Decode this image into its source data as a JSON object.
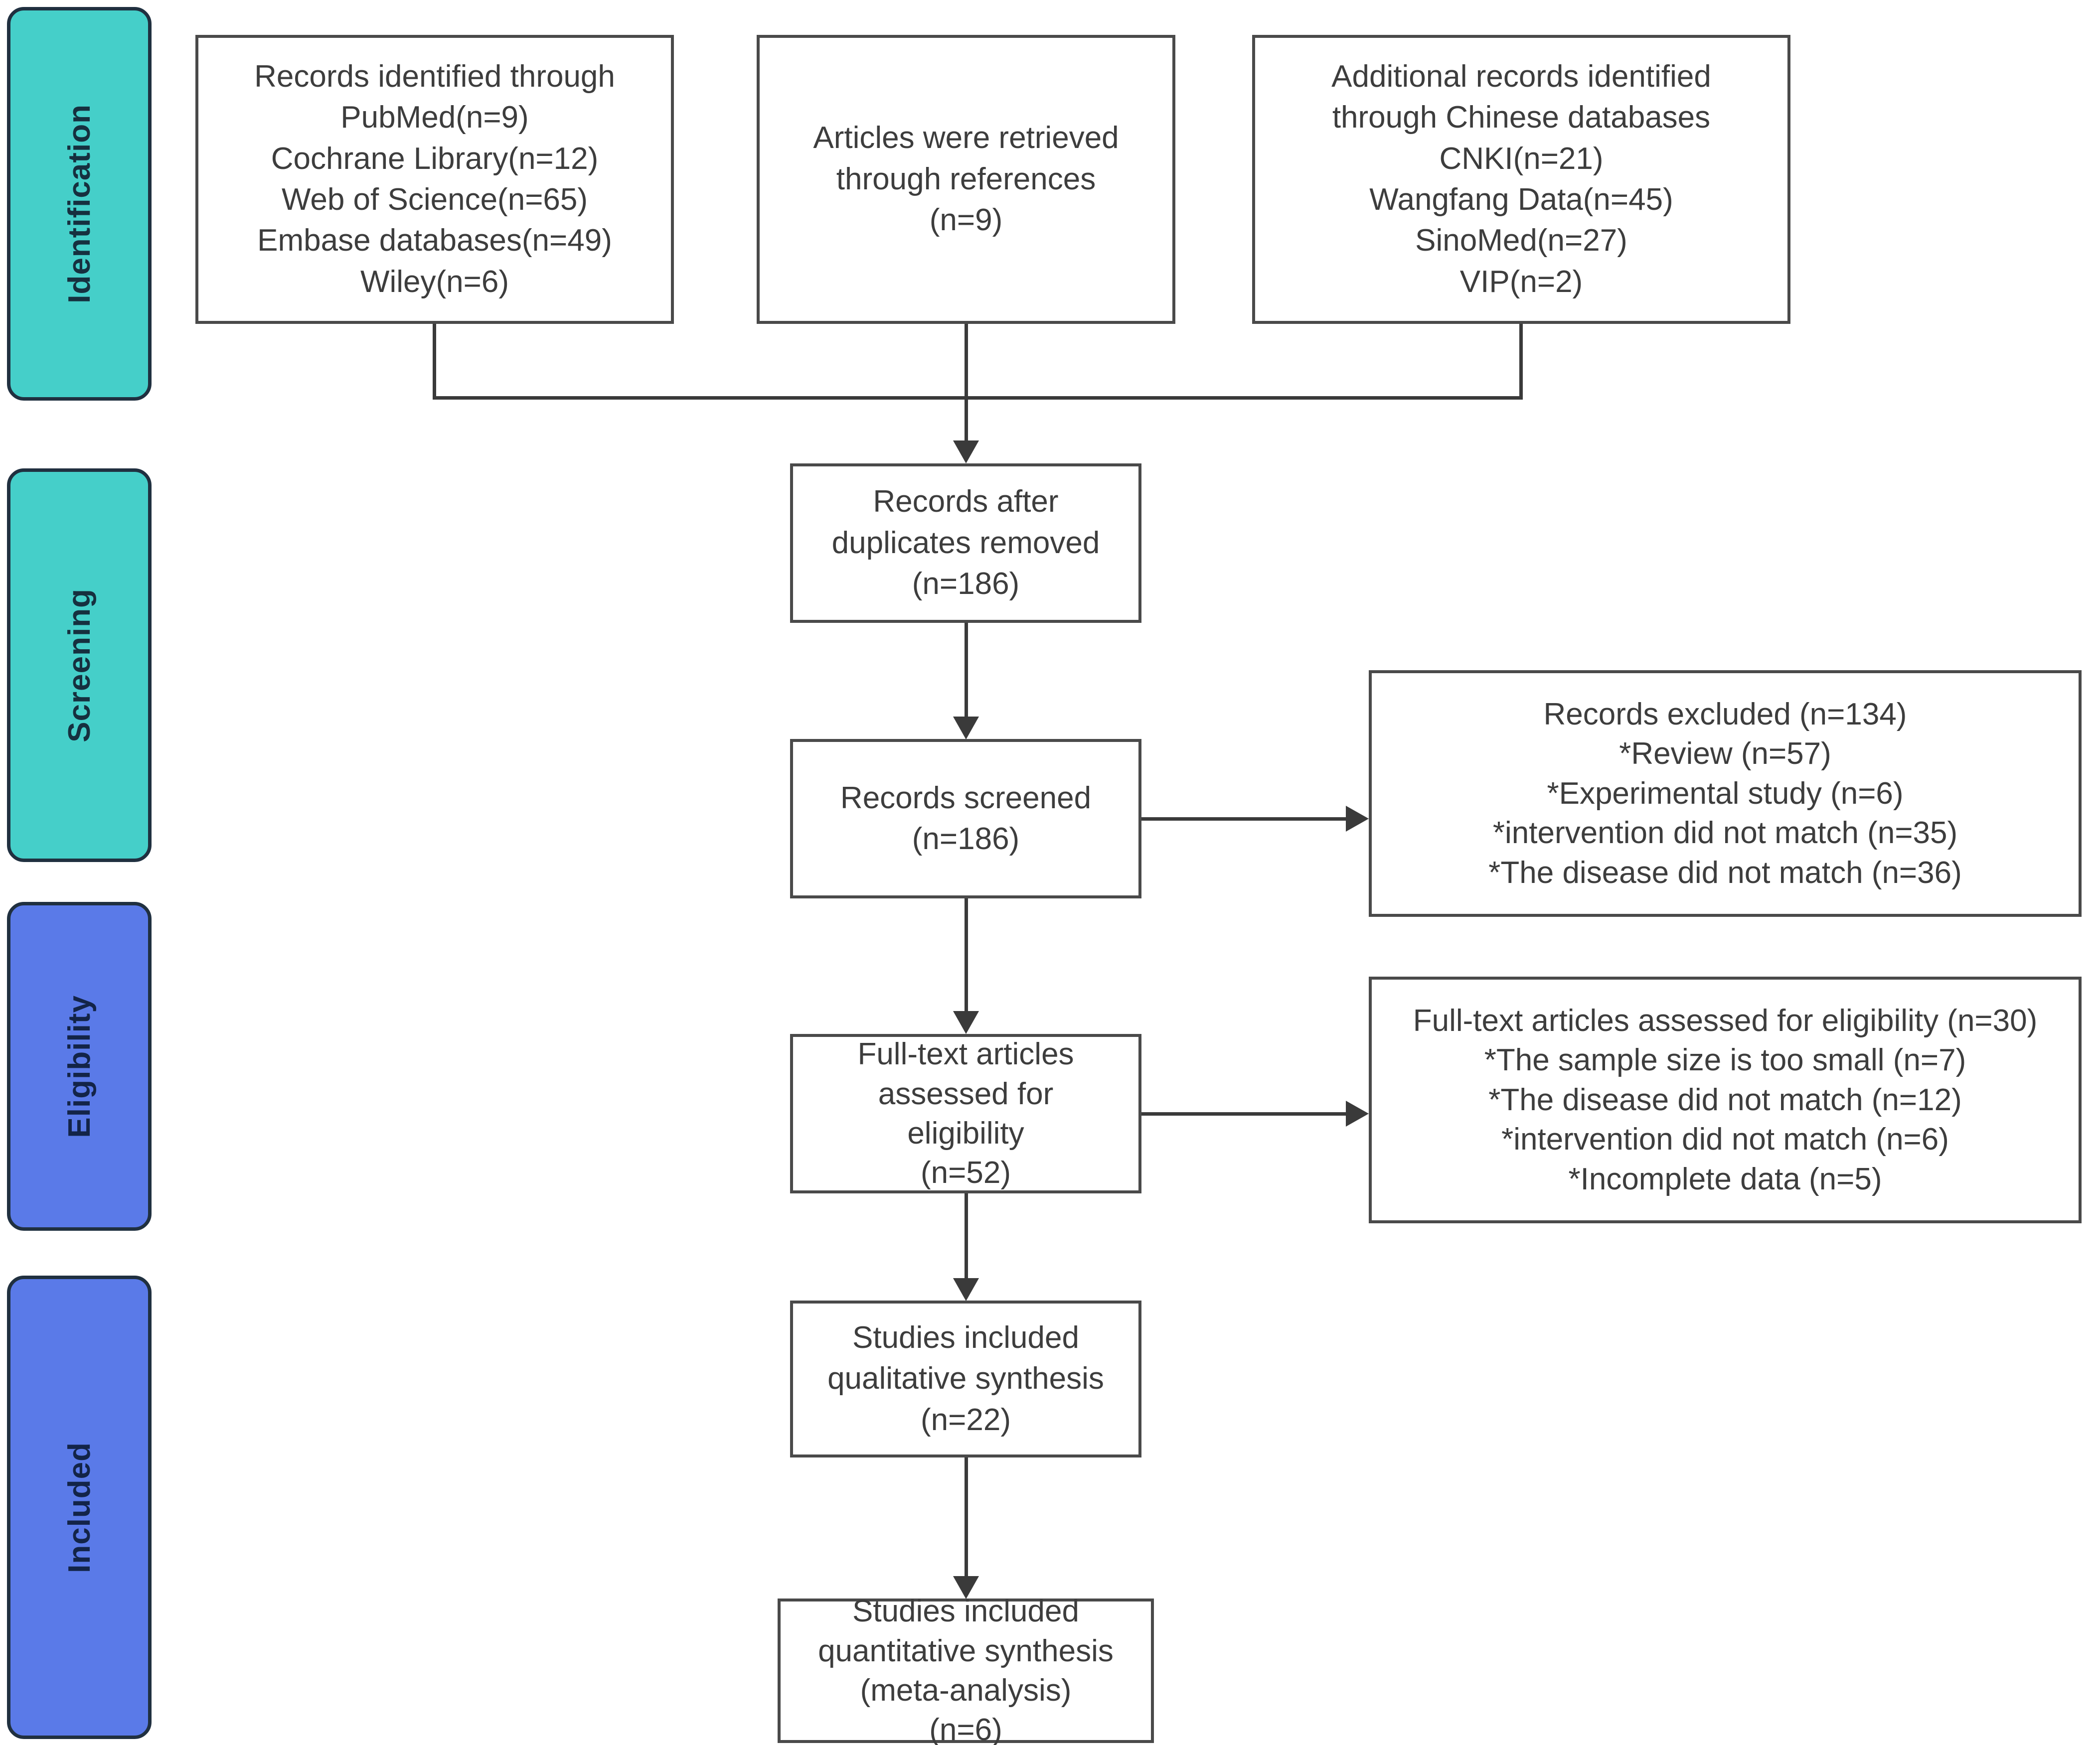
{
  "diagram": {
    "title": "PRISMA flow diagram",
    "colors": {
      "stage_teal": "#45cfc9",
      "stage_blue": "#5a7ae8",
      "stage_border": "#203040",
      "box_border": "#4a4a4a",
      "box_fill": "#ffffff",
      "text": "#3d3d3d",
      "connector": "#3a3a3a"
    }
  },
  "stages": [
    {
      "id": "identification",
      "label": "Identification",
      "color": "teal"
    },
    {
      "id": "screening",
      "label": "Screening",
      "color": "teal"
    },
    {
      "id": "eligibility",
      "label": "Eligibility",
      "color": "blue"
    },
    {
      "id": "included",
      "label": "Included",
      "color": "blue"
    }
  ],
  "boxes": {
    "records_identified": "Records identified through\nPubMed(n=9)\nCochrane Library(n=12)\nWeb of Science(n=65)\nEmbase databases(n=49)\nWiley(n=6)",
    "articles_references": "Articles were retrieved\nthrough references\n(n=9)",
    "additional_records": "Additional records identified\nthrough Chinese databases\nCNKI(n=21)\nWangfang Data(n=45)\nSinoMed(n=27)\nVIP(n=2)",
    "records_after_duplicates": "Records after\nduplicates removed\n(n=186)",
    "records_screened": "Records screened\n(n=186)",
    "records_excluded": "Records excluded (n=134)\n*Review (n=57)\n*Experimental study (n=6)\n*intervention did not match (n=35)\n*The disease did not match (n=36)",
    "fulltext_assessed": "Full-text articles\nassessed for\neligibility\n(n=52)",
    "fulltext_excluded": "Full-text articles assessed for eligibility (n=30)\n*The sample size is too small (n=7)\n*The disease did not match (n=12)\n*intervention did not match (n=6)\n*Incomplete data (n=5)",
    "qualitative": "Studies included\nqualitative synthesis\n(n=22)",
    "quantitative": "Studies included\nquantitative synthesis\n(meta-analysis)\n(n=6)"
  },
  "chart_data": {
    "type": "diagram",
    "title": "PRISMA flow diagram",
    "nodes": [
      {
        "id": "records_identified",
        "stage": "Identification",
        "counts": {
          "PubMed": 9,
          "Cochrane Library": 12,
          "Web of Science": 65,
          "Embase databases": 49,
          "Wiley": 6
        }
      },
      {
        "id": "articles_references",
        "stage": "Identification",
        "counts": {
          "n": 9
        }
      },
      {
        "id": "additional_records",
        "stage": "Identification",
        "counts": {
          "CNKI": 21,
          "Wangfang Data": 45,
          "SinoMed": 27,
          "VIP": 2
        }
      },
      {
        "id": "records_after_duplicates",
        "stage": "Screening",
        "counts": {
          "n": 186
        }
      },
      {
        "id": "records_screened",
        "stage": "Screening",
        "counts": {
          "n": 186
        }
      },
      {
        "id": "records_excluded",
        "stage": "Screening",
        "counts": {
          "n": 134,
          "Review": 57,
          "Experimental study": 6,
          "intervention did not match": 35,
          "The disease did not match": 36
        }
      },
      {
        "id": "fulltext_assessed",
        "stage": "Eligibility",
        "counts": {
          "n": 52
        }
      },
      {
        "id": "fulltext_excluded",
        "stage": "Eligibility",
        "counts": {
          "n": 30,
          "The sample size is too small": 7,
          "The disease did not match": 12,
          "intervention did not match": 6,
          "Incomplete data": 5
        }
      },
      {
        "id": "qualitative",
        "stage": "Included",
        "counts": {
          "n": 22
        }
      },
      {
        "id": "quantitative",
        "stage": "Included",
        "counts": {
          "n": 6
        }
      }
    ],
    "edges": [
      {
        "from": "records_identified",
        "to": "records_after_duplicates"
      },
      {
        "from": "articles_references",
        "to": "records_after_duplicates"
      },
      {
        "from": "additional_records",
        "to": "records_after_duplicates"
      },
      {
        "from": "records_after_duplicates",
        "to": "records_screened"
      },
      {
        "from": "records_screened",
        "to": "records_excluded"
      },
      {
        "from": "records_screened",
        "to": "fulltext_assessed"
      },
      {
        "from": "fulltext_assessed",
        "to": "fulltext_excluded"
      },
      {
        "from": "fulltext_assessed",
        "to": "qualitative"
      },
      {
        "from": "qualitative",
        "to": "quantitative"
      }
    ]
  }
}
